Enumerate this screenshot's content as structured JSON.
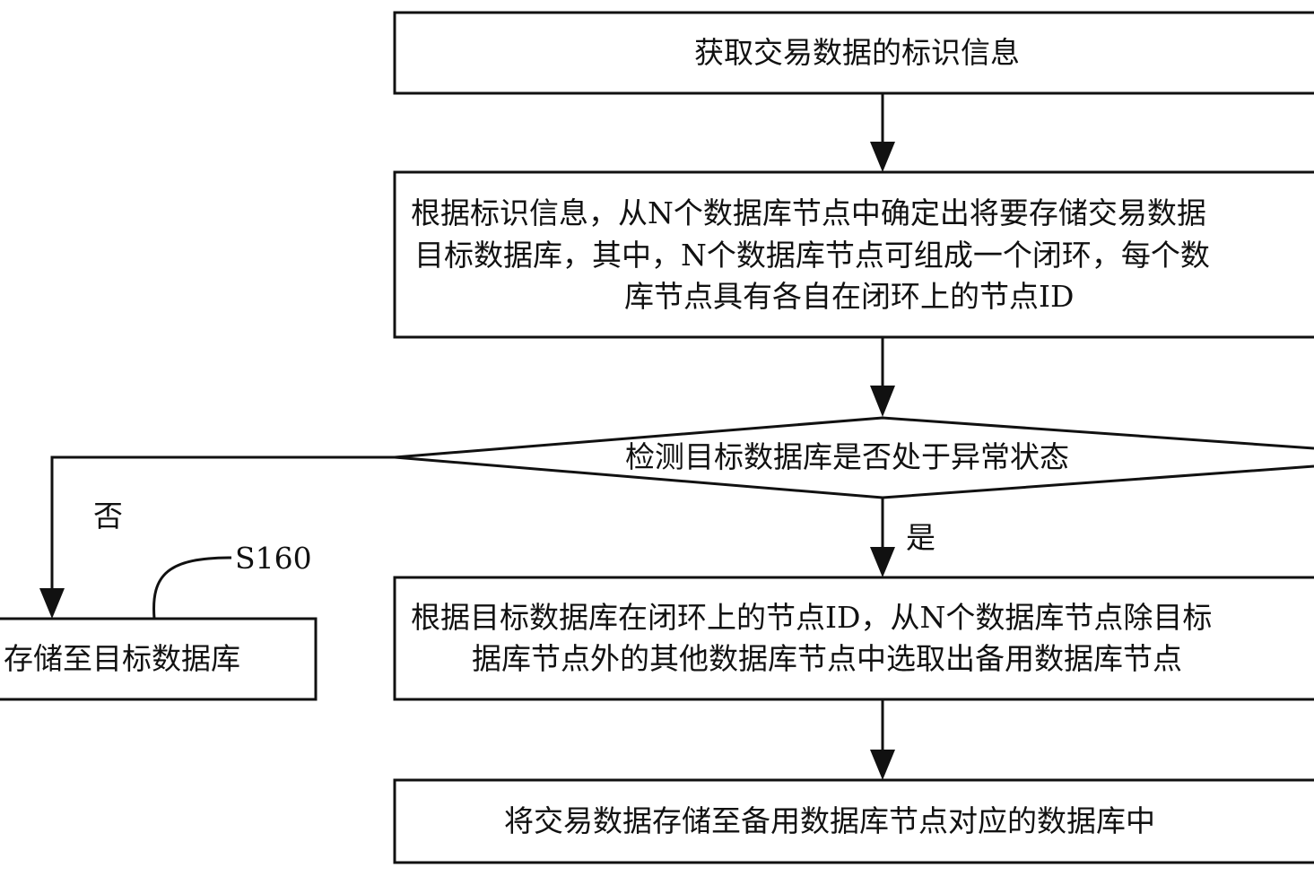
{
  "flowchart": {
    "step_get_id": "获取交易数据的标识信息",
    "step_determine_target": [
      "根据标识信息，从N个数据库节点中确定出将要存储交易数据",
      "目标数据库，其中，N个数据库节点可组成一个闭环，每个数",
      "库节点具有各自在闭环上的节点ID"
    ],
    "decision_abnormal": "检测目标数据库是否处于异常状态",
    "label_yes": "是",
    "label_no": "否",
    "step_select_backup": [
      "根据目标数据库在闭环上的节点ID，从N个数据库节点除目标",
      "据库节点外的其他数据库节点中选取出备用数据库节点"
    ],
    "step_store_backup": "将交易数据存储至备用数据库节点对应的数据库中",
    "step_store_target": "存储至目标数据库",
    "step_store_target_id": "S160"
  },
  "colors": {
    "line": "#111111",
    "background": "#ffffff"
  }
}
